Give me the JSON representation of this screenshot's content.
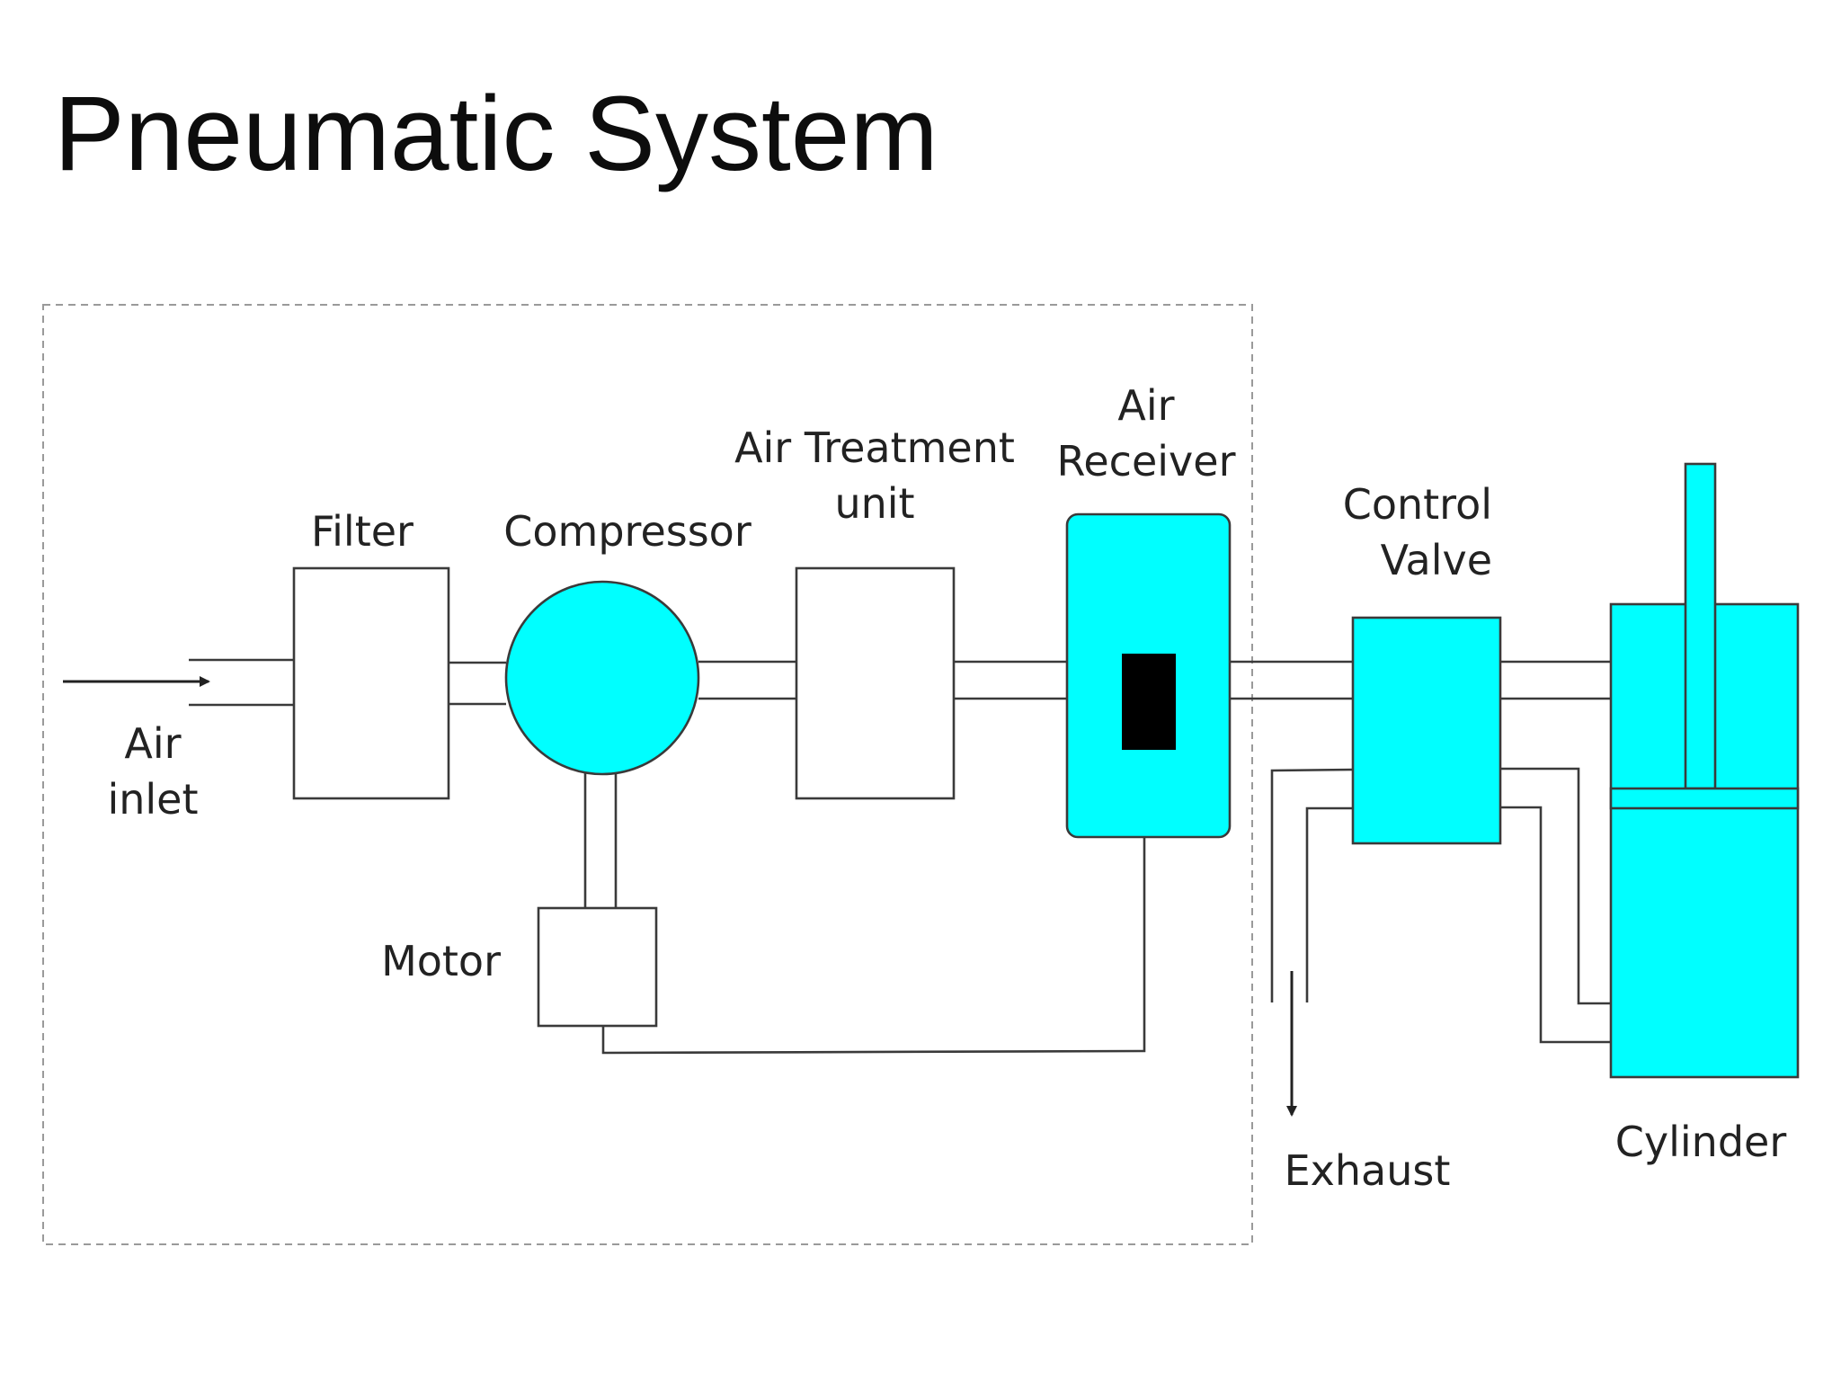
{
  "title": "Pneumatic System",
  "colors": {
    "component_fill": "#00ffff",
    "sensor_fill": "#000000",
    "line": "#3a3a3a",
    "boundary": "#9a9a9a"
  },
  "labels": {
    "air_inlet": [
      "Air",
      "inlet"
    ],
    "filter": "Filter",
    "compressor": "Compressor",
    "air_treatment": [
      "Air Treatment",
      "unit"
    ],
    "air_receiver": [
      "Air",
      "Receiver"
    ],
    "control_valve": [
      "Control",
      "Valve"
    ],
    "motor": "Motor",
    "exhaust": "Exhaust",
    "cylinder": "Cylinder"
  }
}
